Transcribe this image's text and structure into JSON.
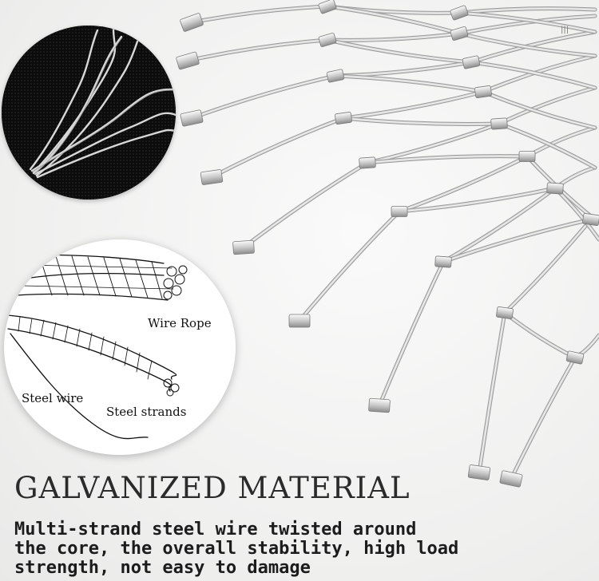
{
  "diagram": {
    "wire_rope_label": "Wire Rope",
    "steel_wire_label": "Steel wire",
    "steel_strands_label": "Steel strands"
  },
  "heading": "GALVANIZED MATERIAL",
  "description_lines": [
    "Multi-strand steel wire twisted around",
    "the core, the overall stability, high load",
    "strength, not easy to damage"
  ],
  "corner_mark": "|||"
}
